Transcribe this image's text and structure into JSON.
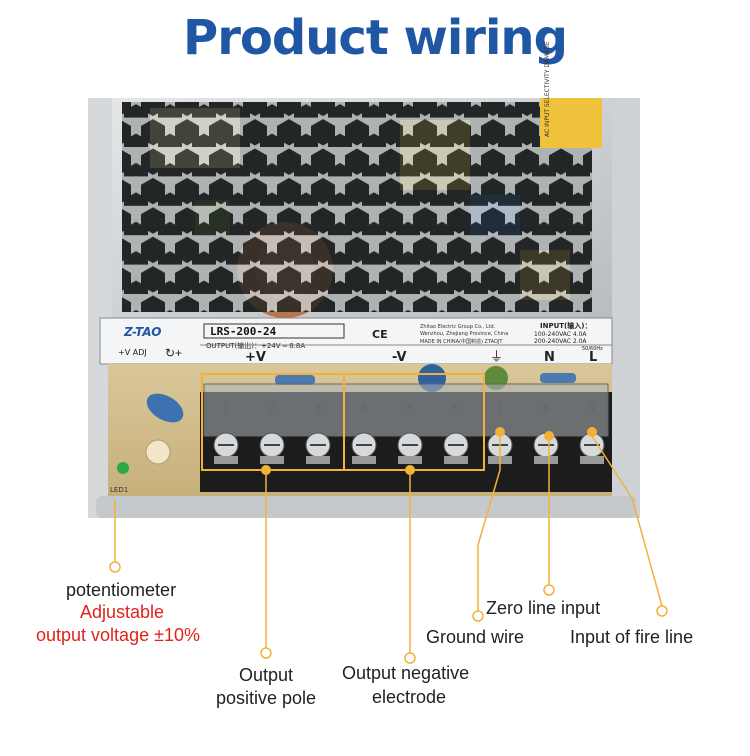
{
  "title": "Product wiring",
  "colors": {
    "title": "#1f57a5",
    "callout": "#f2b23a",
    "highlight": "#e0241b"
  },
  "psu": {
    "brand": "Z-TAO",
    "model": "LRS-200-24",
    "output_spec": "OUTPUT(输出)：+24V ═ 8.8A",
    "input_title": "INPUT(输入)：",
    "input_line1": "100-240VAC  4.0A",
    "input_line2": "200-240VAC  2.0A",
    "input_line3": "50/60Hz",
    "company": "Zhitao Electric Group Co., Ltd.",
    "company_addr": "Wenzhou, Zhejiang Province, China",
    "made_in": "MADE IN CHINA(中国制造)  ZTAOJT",
    "adj_label": "+V ADJ",
    "terminal_pos": "+V",
    "terminal_neg": "-V",
    "terminal_n": "N",
    "terminal_l": "L",
    "terminal_numbers": [
      "1",
      "2",
      "3",
      "4",
      "5",
      "6",
      "7",
      "8",
      "9"
    ],
    "led_label": "LED1",
    "warning": "AC INPUT SELECTIVITY DAMAGE"
  },
  "labels": {
    "potentiometer": "potentiometer",
    "adjustable": "Adjustable",
    "output_voltage": "output voltage ±10%",
    "output_pos_1": "Output",
    "output_pos_2": "positive pole",
    "output_neg_1": "Output  negative",
    "output_neg_2": "electrode",
    "ground": "Ground wire",
    "zero_line": "Zero line input",
    "fire_line": "Input of fire line"
  }
}
